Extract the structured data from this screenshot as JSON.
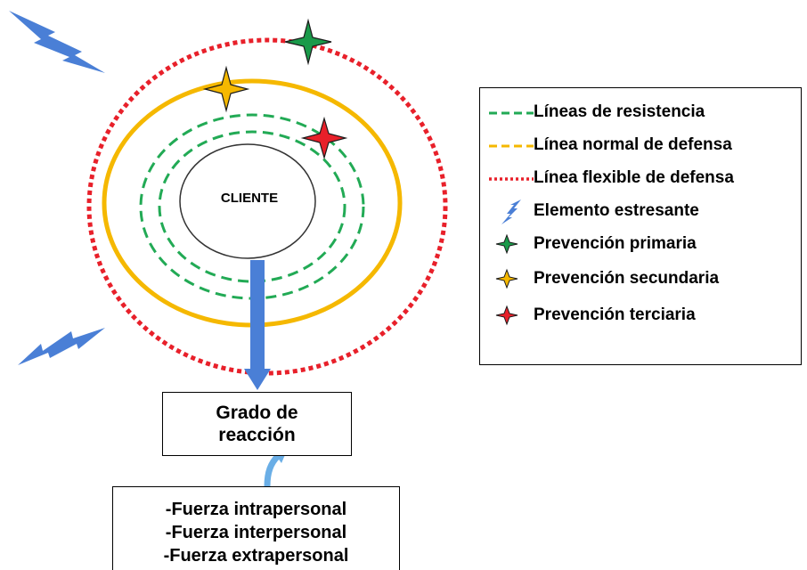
{
  "diagram": {
    "center_label": "CLIENTE",
    "reaction_box": {
      "line1": "Grado de",
      "line2": "reacción"
    },
    "forces_box": {
      "items": [
        "-Fuerza intrapersonal",
        "-Fuerza interpersonal",
        "-Fuerza extrapersonal"
      ]
    }
  },
  "legend": {
    "items": [
      {
        "label": "Líneas de resistencia",
        "symbol": "green-dashed-line",
        "color": "#22aa55"
      },
      {
        "label": "Línea normal de defensa",
        "symbol": "orange-dashed-line",
        "color": "#f5b800"
      },
      {
        "label": "Línea flexible de defensa",
        "symbol": "red-dotted-line",
        "color": "#e8202a"
      },
      {
        "label": "Elemento estresante",
        "symbol": "lightning-icon",
        "color": "#4a7fd6"
      },
      {
        "label": "Prevención primaria",
        "symbol": "star-icon",
        "color": "#1a9a4a"
      },
      {
        "label": "Prevención secundaria",
        "symbol": "star-icon",
        "color": "#f5b800"
      },
      {
        "label": "Prevención terciaria",
        "symbol": "star-icon",
        "color": "#e8202a"
      }
    ]
  },
  "colors": {
    "flexible_line": "#e8202a",
    "normal_line": "#f5b800",
    "resistance_lines": "#22aa55",
    "arrow": "#4a7fd6",
    "stressor": "#4a7fd6",
    "feedback_arrow": "#6aaee6"
  }
}
